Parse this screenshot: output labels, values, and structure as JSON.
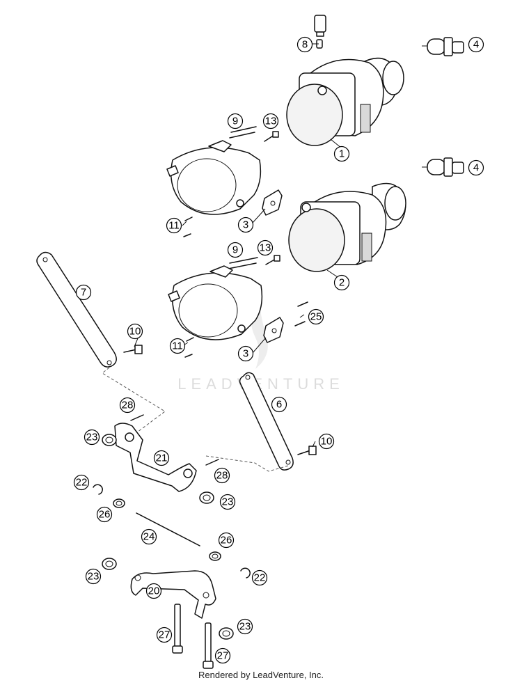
{
  "callouts": {
    "c1": "1",
    "c2": "2",
    "c3a": "3",
    "c3b": "3",
    "c4a": "4",
    "c4b": "4",
    "c6": "6",
    "c7": "7",
    "c8": "8",
    "c9a": "9",
    "c9b": "9",
    "c10a": "10",
    "c10b": "10",
    "c11a": "11",
    "c11b": "11",
    "c13a": "13",
    "c13b": "13",
    "c20": "20",
    "c21": "21",
    "c22a": "22",
    "c22b": "22",
    "c23a": "23",
    "c23b": "23",
    "c23c": "23",
    "c23d": "23",
    "c24": "24",
    "c25": "25",
    "c26a": "26",
    "c26b": "26",
    "c27a": "27",
    "c27b": "27",
    "c28a": "28",
    "c28b": "28"
  },
  "watermark": "LEADVENTURE",
  "credit": "Rendered by LeadVenture, Inc."
}
